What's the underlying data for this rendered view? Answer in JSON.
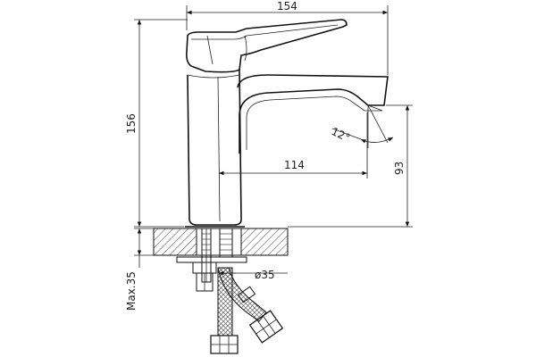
{
  "dimensions": {
    "width_total": "154",
    "height_total": "156",
    "spout_reach": "114",
    "spout_height": "93",
    "spout_angle": "12°",
    "max_countertop": "Max.35",
    "hole_diameter": "ø35"
  }
}
